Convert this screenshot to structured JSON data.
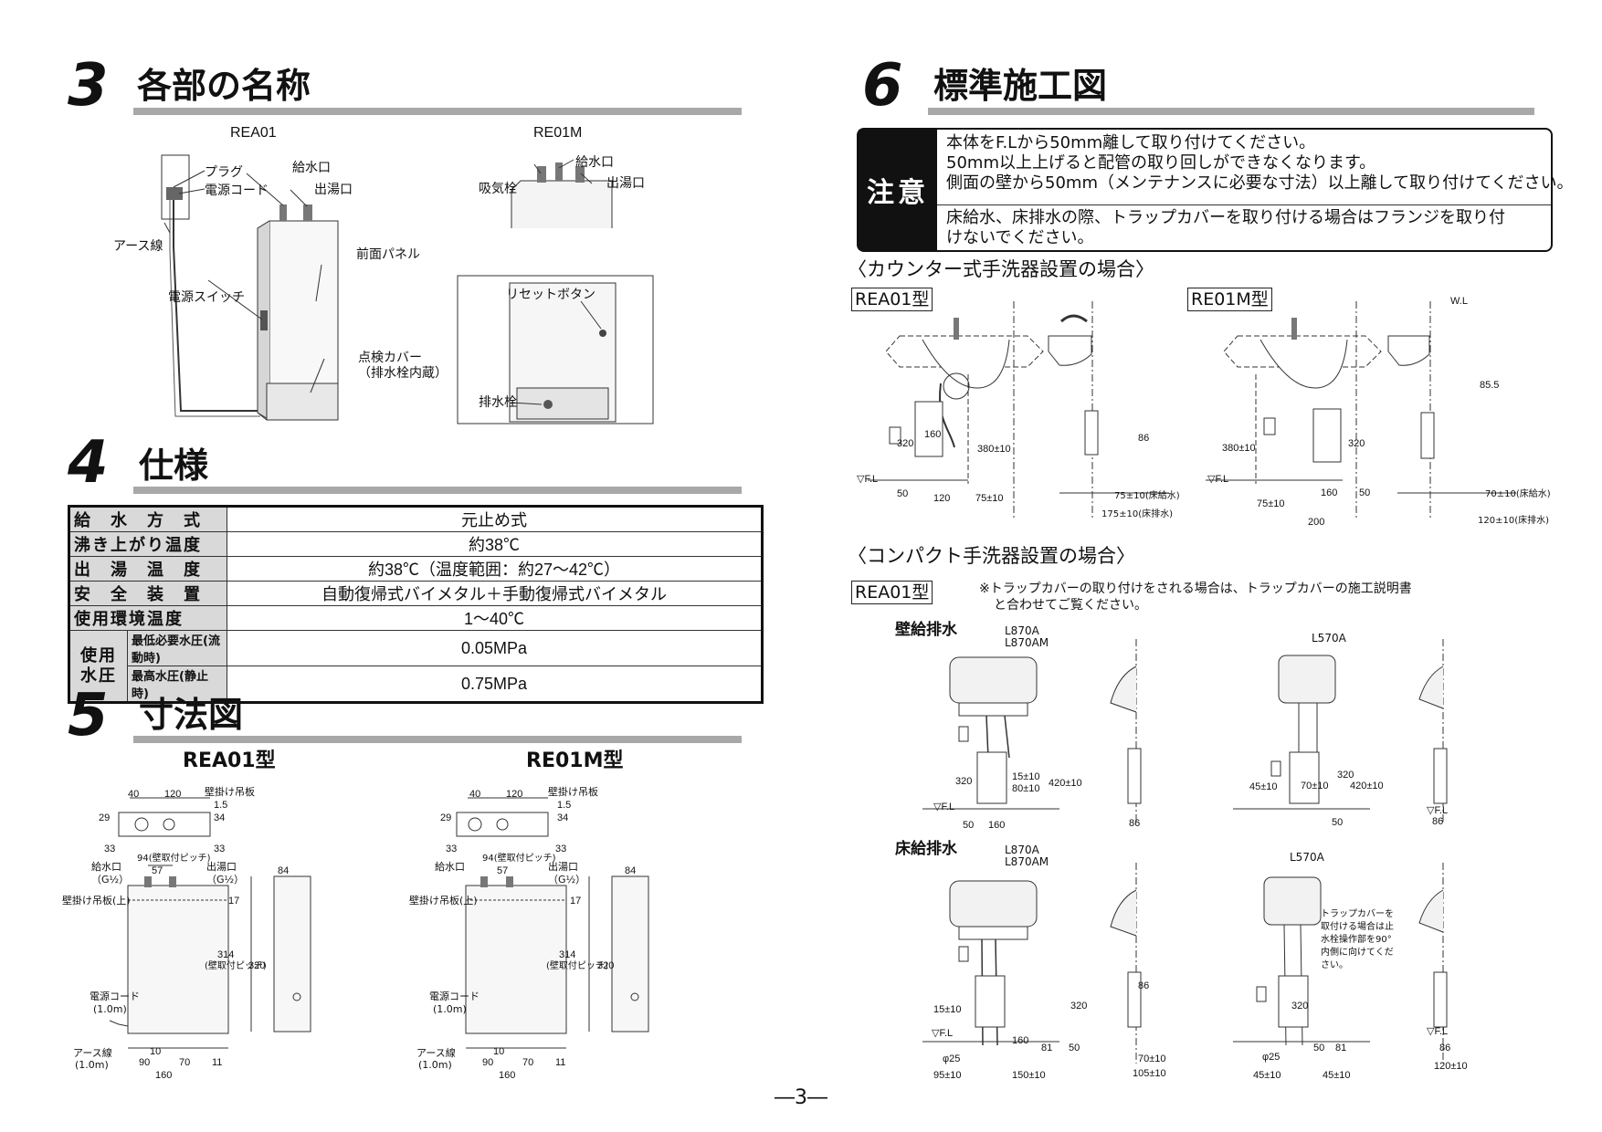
{
  "sec3": {
    "num": "3",
    "title": "各部の名称"
  },
  "sec4": {
    "num": "4",
    "title": "仕様"
  },
  "sec5": {
    "num": "5",
    "title": "寸法図"
  },
  "sec6": {
    "num": "6",
    "title": "標準施工図"
  },
  "parts": {
    "model_a": "REA01",
    "model_m": "RE01M",
    "plug": "プラグ",
    "power_cord": "電源コード",
    "earth_wire": "アース線",
    "water_inlet": "給水口",
    "hot_outlet": "出湯口",
    "front_panel": "前面パネル",
    "power_switch": "電源スイッチ",
    "inspection_cover": "点検カバー",
    "inspection_cover_sub": "（排水栓内蔵）",
    "intake_plug": "吸気栓",
    "water_inlet_m": "給水口",
    "hot_outlet_m": "出湯口",
    "reset_button": "リセットボタン",
    "drain_plug": "排水栓"
  },
  "spec": {
    "rows": [
      {
        "label": "給　水　方　式",
        "value": "元止め式"
      },
      {
        "label": "沸き上がり温度",
        "value": "約38℃"
      },
      {
        "label": "出　湯　温　度",
        "value": "約38℃（温度範囲：約27〜42℃）"
      },
      {
        "label": "安　全　装　置",
        "value": "自動復帰式バイメタル＋手動復帰式バイメタル"
      },
      {
        "label": "使用環境温度",
        "value": "1〜40℃"
      }
    ],
    "pressure_label": "使用\n水圧",
    "pressure_rows": [
      {
        "label": "最低必要水圧(流動時)",
        "value": "0.05MPa"
      },
      {
        "label": "最高水圧(静止時)",
        "value": "0.75MPa"
      }
    ]
  },
  "dims": {
    "title_a": "REA01型",
    "title_m": "RE01M型",
    "d40": "40",
    "d120": "120",
    "hanger": "壁掛け吊板",
    "d15": "1.5",
    "d34": "34",
    "d29": "29",
    "d33": "33",
    "pitch94": "94(壁取付ピッチ)",
    "d57": "57",
    "inlet": "給水口",
    "inlet_g": "（G½）",
    "outlet": "出湯口",
    "outlet_g": "（G½）",
    "hanger_top": "壁掛け吊板(上)",
    "d17": "17",
    "d314": "314",
    "pitch314": "(壁取付ピッチ)",
    "d84": "84",
    "d320": "320",
    "cord": "電源コード",
    "cord_len": "(1.0m)",
    "earth": "アース線",
    "earth_len": "(1.0m)",
    "d10": "10",
    "d90": "90",
    "d70": "70",
    "d160": "160",
    "d11": "11"
  },
  "install": {
    "caution_label": "注意",
    "caution_lines": [
      "本体をF.Lから50mm離して取り付けてください。",
      "50mm以上上げると配管の取り回しができなくなります。",
      "側面の壁から50mm（メンテナンスに必要な寸法）以上離して取り付けてください。"
    ],
    "caution_lines2": [
      "床給水、床排水の際、トラップカバーを取り付ける場合はフランジを取り付",
      "けないでください。"
    ],
    "counter_title": "〈カウンター式手洗器設置の場合〉",
    "compact_title": "〈コンパクト手洗器設置の場合〉",
    "tag_a": "REA01型",
    "tag_m": "RE01M型",
    "tag_a2": "REA01型",
    "note1": "※トラップカバーの取り付けをされる場合は、トラップカバーの施工説明書",
    "note2": "と合わせてご覧ください。",
    "wall": "壁給排水",
    "floor": "床給排水",
    "l870a": "L870A",
    "l870am": "L870AM",
    "l570a": "L570A",
    "trap_note": [
      "トラップカバーを",
      "取付ける場合は止",
      "水栓操作部を90°",
      "内側に向けてくだ",
      "さい。"
    ],
    "c": {
      "fl": "▽F.L",
      "d50": "50",
      "d120": "120",
      "d75": "75±10",
      "d320": "320",
      "d160": "160",
      "d380": "380±10",
      "d86": "86",
      "d75f": "75±10(床給水)",
      "d175f": "175±10(床排水)",
      "wl": "W.L",
      "d855": "85.5",
      "d200": "200",
      "d70f": "70±10(床給水)",
      "d120f": "120±10(床排水)"
    },
    "k": {
      "d15": "15±10",
      "d80": "80±10",
      "d420": "420±10",
      "d45": "45±10",
      "d70": "70±10",
      "d81": "81",
      "d95": "95±10",
      "d150": "150±10",
      "d105": "105±10",
      "d25": "φ25",
      "d120": "120±10"
    }
  },
  "page_no": "―3―"
}
